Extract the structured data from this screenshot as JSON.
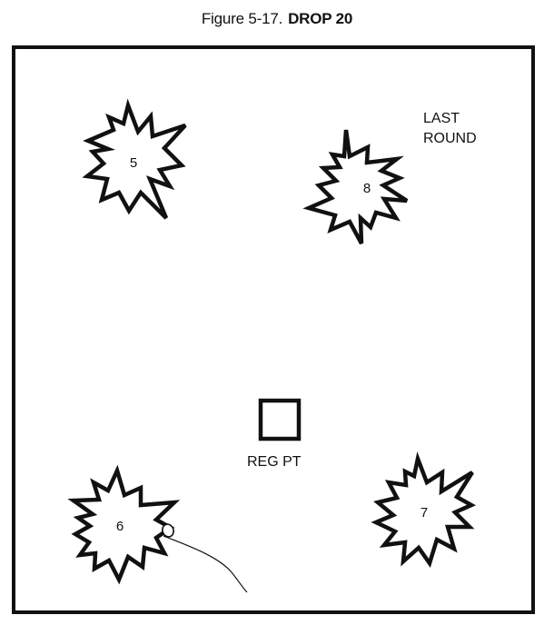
{
  "figure": {
    "number": "Figure 5-17.",
    "title": "DROP 20"
  },
  "bursts": [
    {
      "id": "burst-5",
      "label": "5"
    },
    {
      "id": "burst-8",
      "label": "8"
    },
    {
      "id": "burst-6",
      "label": "6"
    },
    {
      "id": "burst-7",
      "label": "7"
    }
  ],
  "notes": {
    "last_round_line1": "LAST",
    "last_round_line2": "ROUND"
  },
  "registration_point": {
    "label": "REG PT"
  }
}
